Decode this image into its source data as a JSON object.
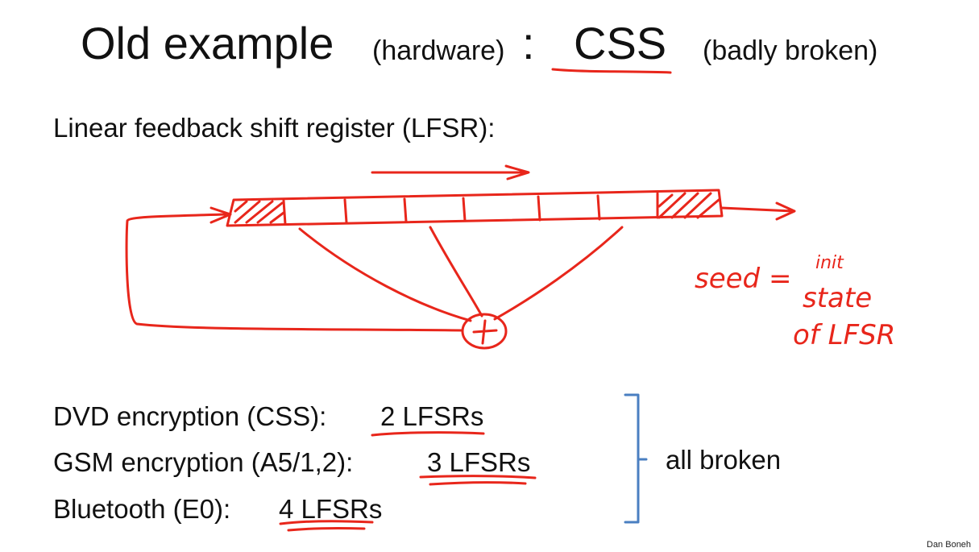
{
  "title": {
    "main": "Old example",
    "hardware": "(hardware)",
    "colon": ":",
    "css": "CSS",
    "badly_broken": "(badly broken)"
  },
  "lfsr_heading": "Linear feedback shift register  (LFSR):",
  "annotation": {
    "seed": "seed =",
    "line1": "init",
    "line2": "state",
    "line3": "of LFSR"
  },
  "examples": [
    {
      "label": "DVD encryption (CSS):",
      "count": "2 LFSRs"
    },
    {
      "label": "GSM encryption (A5/1,2):",
      "count": "3 LFSRs"
    },
    {
      "label": "Bluetooth (E0):",
      "count": "4 LFSRs"
    }
  ],
  "brace_label": "all broken",
  "footer": "Dan Boneh",
  "colors": {
    "ink": "#e8261b",
    "brace": "#4a7fc1",
    "text": "#111111"
  }
}
